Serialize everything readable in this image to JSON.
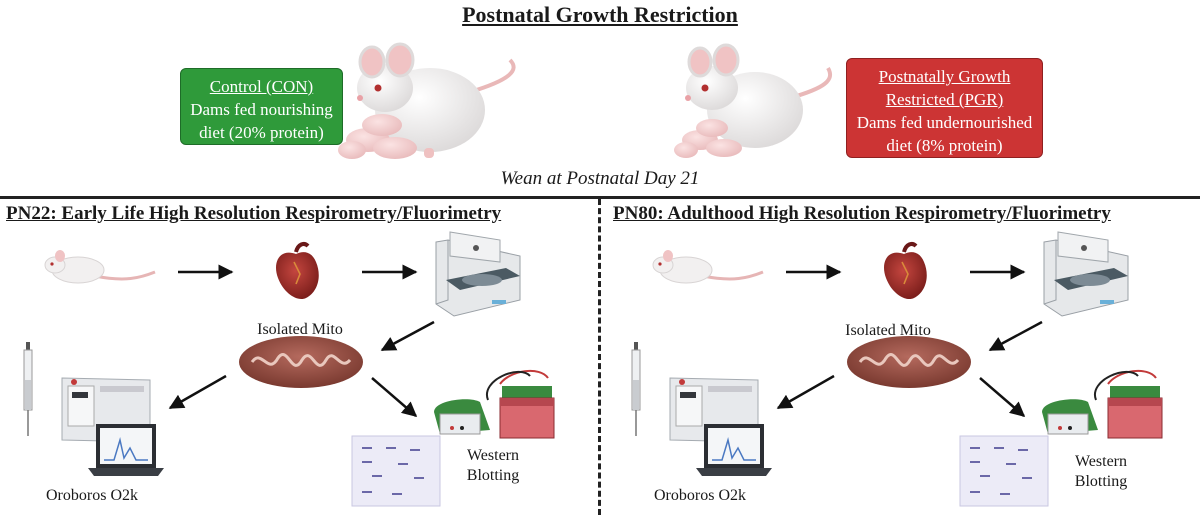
{
  "header": {
    "title": "Postnatal Growth Restriction",
    "wean_text": "Wean at Postnatal Day 21"
  },
  "groups": {
    "control": {
      "title": "Control (CON)",
      "line1": "Dams fed nourishing",
      "line2": "diet (20% protein)",
      "color": "#2f9a3a"
    },
    "pgr": {
      "title_line1": "Postnatally Growth",
      "title_line2": "Restricted (PGR)",
      "line1": "Dams fed undernourished",
      "line2": "diet (8% protein)",
      "color": "#cc3434"
    }
  },
  "sections": {
    "left": {
      "title": "PN22: Early Life High Resolution Respirometry/Fluorimetry",
      "isolated_mito": "Isolated Mito",
      "oroboros": "Oroboros O2k",
      "western_line1": "Western",
      "western_line2": "Blotting"
    },
    "right": {
      "title": "PN80: Adulthood High Resolution Respirometry/Fluorimetry",
      "isolated_mito": "Isolated Mito",
      "oroboros": "Oroboros O2k",
      "western_line1": "Western",
      "western_line2": "Blotting"
    }
  }
}
